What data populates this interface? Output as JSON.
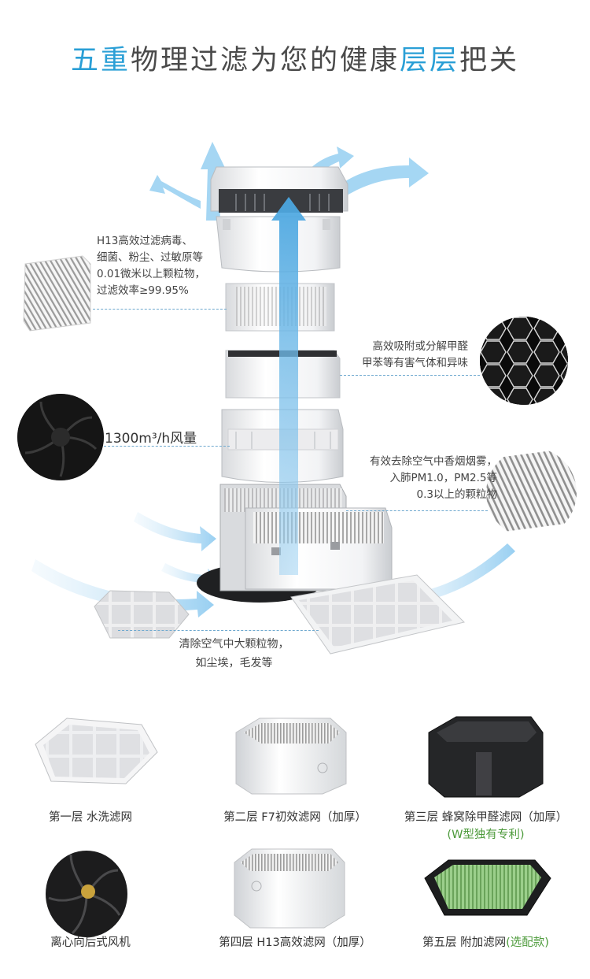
{
  "title": {
    "part1": "五重",
    "part2": "物理过滤为您的健康",
    "part3": "层层",
    "part4": "把关"
  },
  "annotations": {
    "h13_lines": [
      "H13高效过滤病毒、",
      "细菌、粉尘、过敏原等",
      "0.01微米以上颗粒物，",
      "过滤效率≥99.95%"
    ],
    "formaldehyde_lines": [
      "高效吸附或分解甲醛",
      "甲苯等有害气体和异味"
    ],
    "airflow": "1300m³/h风量",
    "smoke_lines": [
      "有效去除空气中香烟烟雾，",
      "入肺PM1.0，PM2.5等",
      "0.3以上的颗粒物"
    ],
    "coarse_lines": [
      "清除空气中大颗粒物，",
      "如尘埃，毛发等"
    ]
  },
  "layers": [
    {
      "label": "第一层 水洗滤网"
    },
    {
      "label": "第二层 F7初效滤网（加厚）"
    },
    {
      "label": "第三层 蜂窝除甲醛滤网（加厚）",
      "note": "(W型独有专利)"
    },
    {
      "label": "离心向后式风机"
    },
    {
      "label": "第四层 H13高效滤网（加厚）"
    },
    {
      "label": "第五层 附加滤网",
      "note": "(选配款)"
    }
  ],
  "colors": {
    "accent": "#2a9fd6",
    "airflow": "#7cc4ec",
    "green_note": "#4c9a3a",
    "carbon": "#2a2a2a"
  }
}
